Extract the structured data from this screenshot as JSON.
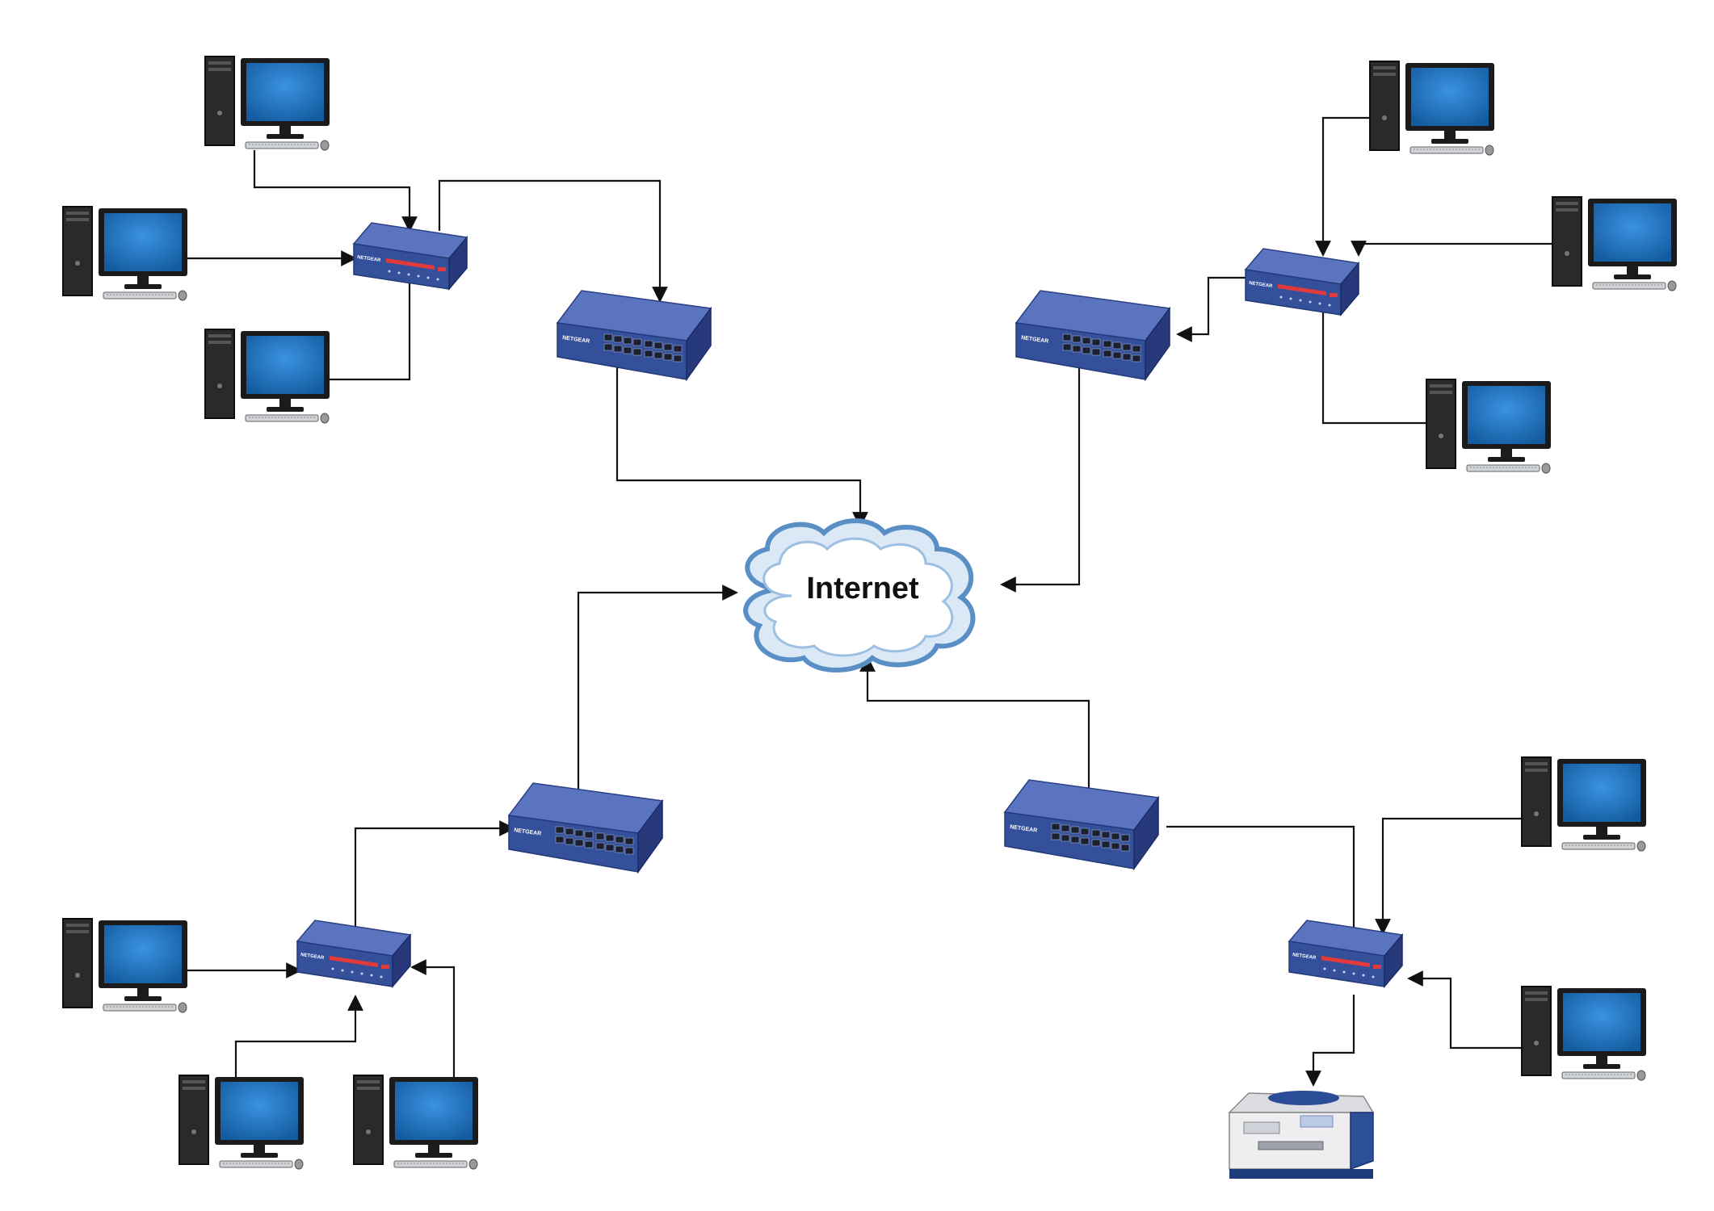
{
  "colors": {
    "background": "#ffffff",
    "connector": "#111111",
    "monitor_screen": "#1f73c4",
    "monitor_frame": "#1b1b1b",
    "tower": "#2a2a2a",
    "switch_body": "#3a539b",
    "switch_dark": "#27397a",
    "router_light": "#e23a3a",
    "cloud_fill": "#ffffff",
    "cloud_stroke": "#6f9fcf",
    "printer_body": "#e9e9ec",
    "printer_base": "#1f3c7a"
  },
  "cloud": {
    "label": "Internet",
    "icon": "cloud-icon"
  },
  "nodes": {
    "computers": [
      "pc-top-left-1",
      "pc-top-left-2",
      "pc-top-left-3",
      "pc-top-right-1",
      "pc-top-right-2",
      "pc-top-right-3",
      "pc-bottom-left-1",
      "pc-bottom-left-2",
      "pc-bottom-left-3",
      "pc-bottom-right-1",
      "pc-bottom-right-2"
    ],
    "routers": [
      "router-top-left",
      "router-top-right",
      "router-bottom-left",
      "router-bottom-right"
    ],
    "switches": [
      "switch-top-left",
      "switch-top-right",
      "switch-bottom-left",
      "switch-bottom-right"
    ],
    "printers": [
      "printer-bottom-right"
    ]
  }
}
